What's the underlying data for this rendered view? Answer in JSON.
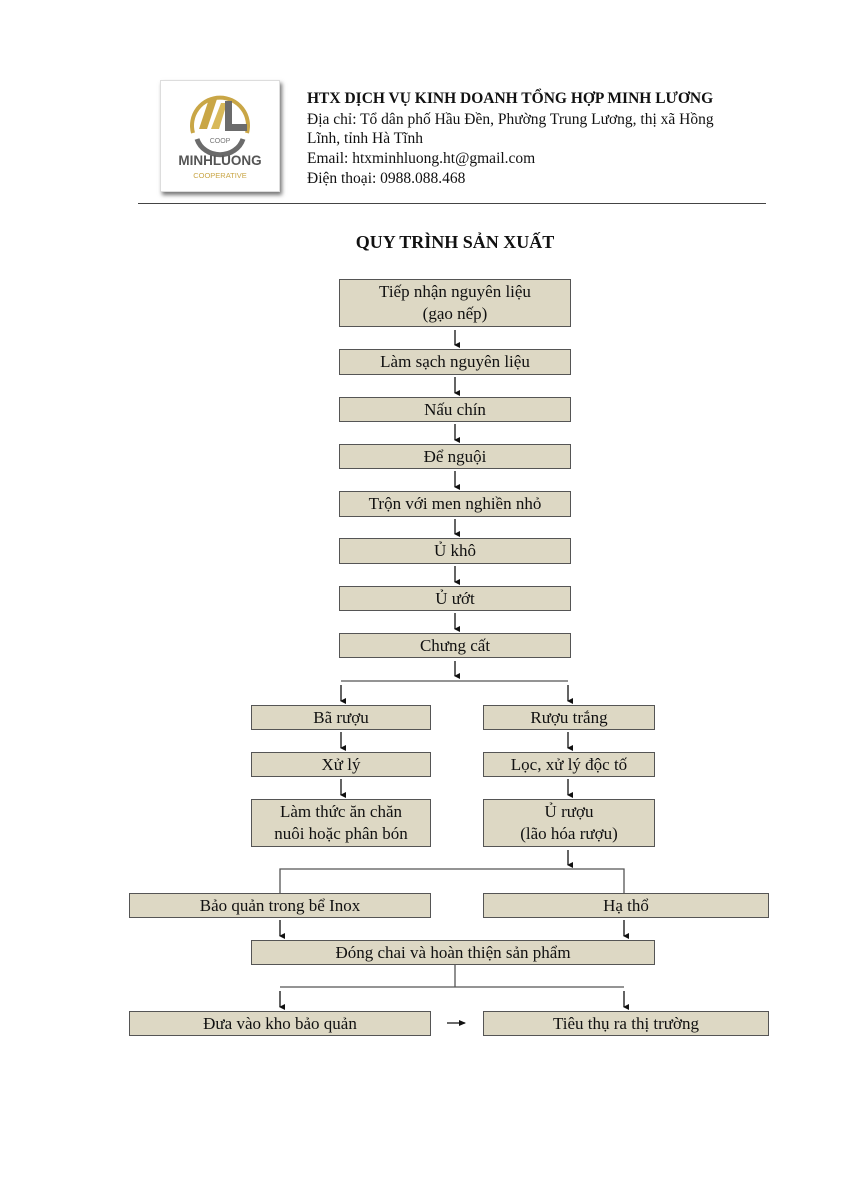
{
  "header": {
    "logo": {
      "mark": "COOP",
      "name": "MINHLUONG",
      "tagline": "COOPERATIVE"
    },
    "org_name": "HTX DỊCH VỤ KINH DOANH TỔNG HỢP MINH LƯƠNG",
    "address_line1": "Địa chỉ: Tổ dân phố Hầu Đền, Phường Trung Lương, thị xã Hồng",
    "address_line2": "Lĩnh, tỉnh Hà Tĩnh",
    "email": "Email: htxminhluong.ht@gmail.com",
    "phone": "Điện thoại: 0988.088.468"
  },
  "title": "QUY TRÌNH SẢN XUẤT",
  "flow": {
    "main": [
      {
        "line1": "Tiếp nhận nguyên liệu",
        "line2": "(gạo nếp)"
      },
      {
        "line1": "Làm sạch nguyên liệu"
      },
      {
        "line1": "Nấu chín"
      },
      {
        "line1": "Để nguội"
      },
      {
        "line1": "Trộn với men nghiền nhỏ"
      },
      {
        "line1": "Ủ khô"
      },
      {
        "line1": "Ủ ướt"
      },
      {
        "line1": "Chưng cất"
      }
    ],
    "left": [
      {
        "line1": "Bã rượu"
      },
      {
        "line1": "Xử lý"
      },
      {
        "line1": "Làm thức ăn chăn",
        "line2": "nuôi hoặc phân bón"
      }
    ],
    "right": [
      {
        "line1": "Rượu trắng"
      },
      {
        "line1": "Lọc, xử lý độc tố"
      },
      {
        "line1": "Ủ rượu",
        "line2": "(lão hóa rượu)"
      }
    ],
    "storage_left": "Bảo quản trong bể Inox",
    "storage_right": "Hạ thổ",
    "bottling": "Đóng chai và hoàn thiện sản phẩm",
    "warehouse": "Đưa vào kho bảo quản",
    "market": "Tiêu thụ ra thị trường"
  },
  "colors": {
    "box_fill": "#ddd8c4",
    "logo_gold": "#c9a646",
    "logo_gray": "#6b6b6b"
  }
}
